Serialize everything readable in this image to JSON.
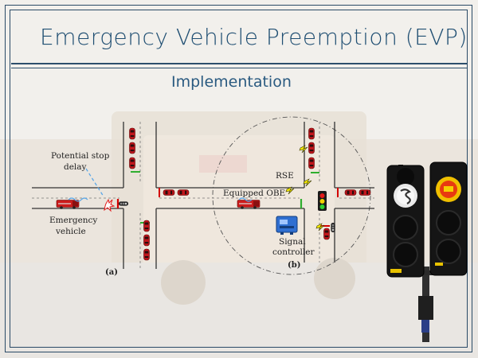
{
  "slide": {
    "title": "Emergency Vehicle Preemption (EVP)",
    "subtitle": "Implementation"
  },
  "figure_a": {
    "label_stop_delay": [
      "Potential stop",
      "delay"
    ],
    "label_vehicle": [
      "Emergency",
      "vehicle"
    ],
    "caption": "(a)"
  },
  "figure_b": {
    "label_rse": "RSE",
    "label_obe": "Equipped OBE",
    "label_controller": [
      "Signal",
      "controller"
    ],
    "caption": "(b)"
  },
  "colors": {
    "title": "#1f4e72",
    "frame": "#2d4f6c",
    "road_lines": "#333333",
    "car_red": "#c2161c",
    "stop_bar": "#d40000",
    "green_bar": "#2fae2f",
    "signal_red": "#e83a10"
  }
}
